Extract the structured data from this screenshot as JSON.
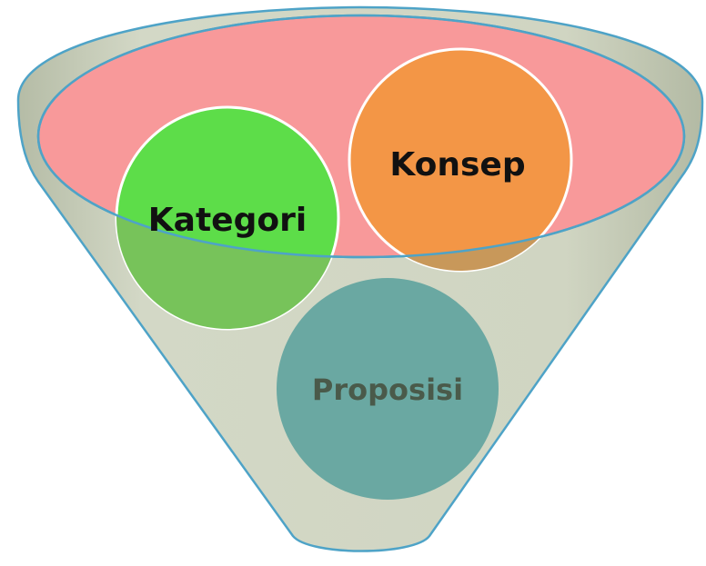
{
  "diagram": {
    "funnel_label": "",
    "circles": [
      {
        "id": "kategori",
        "label": "Kategori",
        "fill": "#5ddd49",
        "text_color": "#111111"
      },
      {
        "id": "konsep",
        "label": "Konsep",
        "fill": "#f39646",
        "text_color": "#111111"
      },
      {
        "id": "proposisi",
        "label": "Proposisi",
        "fill": "#6aa8a2",
        "text_color": "#4a5a4a"
      }
    ],
    "colors": {
      "funnel_body": "#cdd3bf",
      "funnel_outline": "#4ea3c7",
      "funnel_mouth": "#f8999a"
    }
  }
}
